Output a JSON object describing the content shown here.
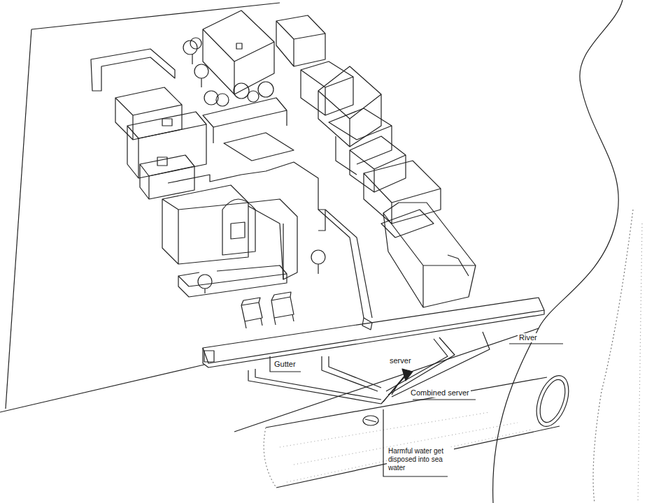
{
  "diagram": {
    "labels": [
      "River",
      "Gutter",
      "server",
      "Combined server",
      "Harmful water get disposed into sea water"
    ]
  }
}
